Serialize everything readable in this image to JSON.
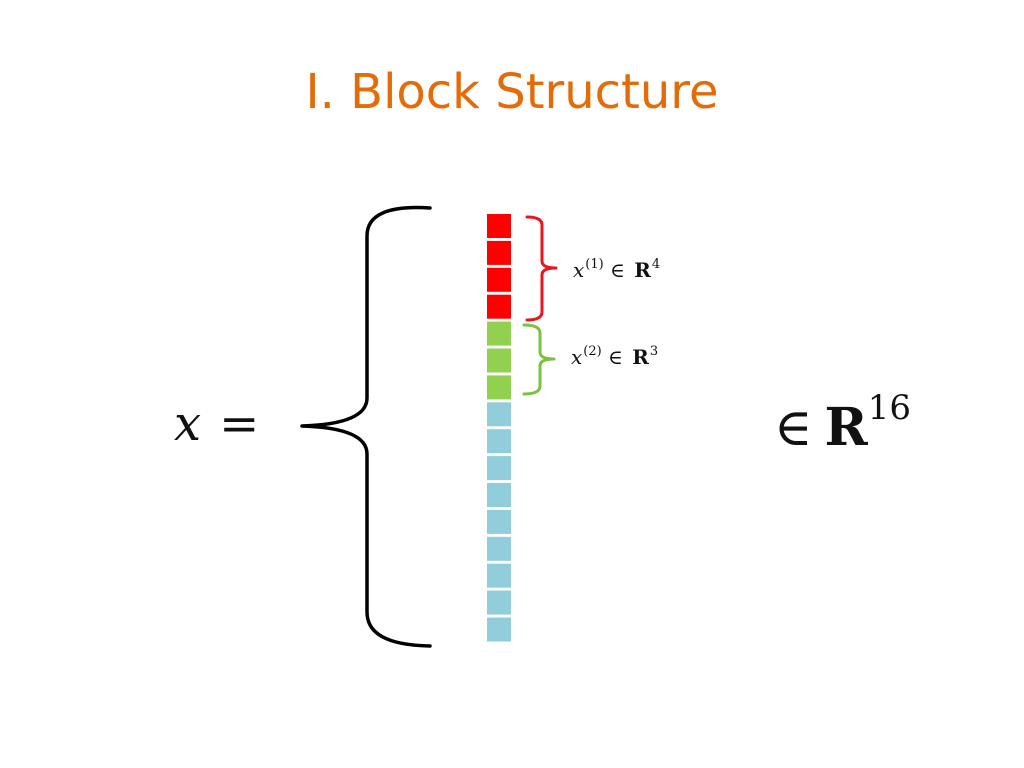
{
  "slide": {
    "title": "I. Block Structure"
  },
  "equation": {
    "lhs_variable": "x",
    "equals": "=",
    "member_symbol": "∈",
    "set_symbol": "R",
    "dimension": "16"
  },
  "vector": {
    "total_length": 16,
    "blocks": [
      {
        "variable": "x",
        "superscript": "(1)",
        "member_symbol": "∈",
        "set_symbol": "R",
        "dimension": "4",
        "length": 4,
        "color": "#FF0000",
        "bracket_color": "#E8171F"
      },
      {
        "variable": "x",
        "superscript": "(2)",
        "member_symbol": "∈",
        "set_symbol": "R",
        "dimension": "3",
        "length": 3,
        "color": "#92D050",
        "bracket_color": "#7BC142"
      },
      {
        "length": 9,
        "color": "#92CDDC"
      }
    ]
  },
  "colors": {
    "title": "#E36C09",
    "main_brace": "#000000"
  }
}
